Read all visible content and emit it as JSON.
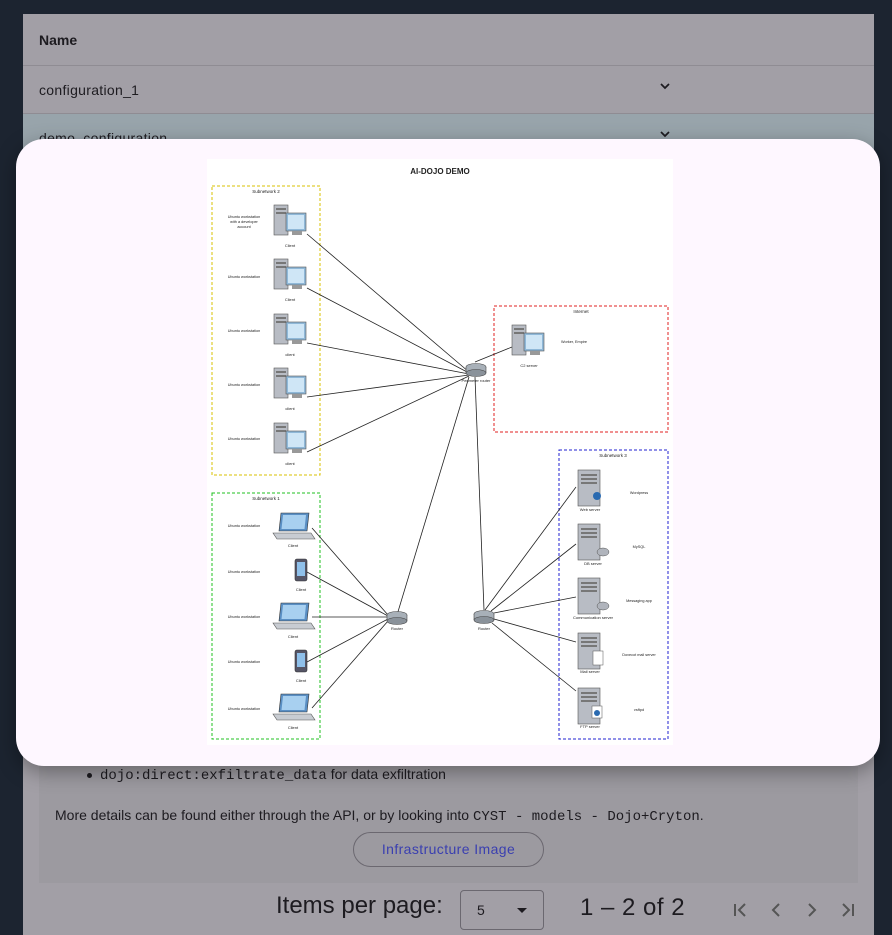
{
  "table": {
    "header": "Name",
    "rows": [
      {
        "name": "configuration_1"
      },
      {
        "name": "demo_configuration"
      }
    ]
  },
  "detail": {
    "bullet_code": "dojo:direct:exfiltrate_data",
    "bullet_text": "for data exfiltration",
    "details_prefix": "More details can be found either through the API, or by looking into",
    "details_code": "CYST - models - Dojo+Cryton",
    "details_suffix": ".",
    "infra_button": "Infrastructure Image"
  },
  "paginator": {
    "items_per_page_label": "Items per page:",
    "page_size": "5",
    "range": "1 – 2 of 2"
  },
  "diagram": {
    "title": "AI-DOJO DEMO",
    "subnet2": {
      "label": "Subnetwork 2",
      "hosts": [
        {
          "desc_lines": [
            "Ubuntu workstation",
            "with a developer",
            "account"
          ],
          "name": "Client"
        },
        {
          "desc_lines": [
            "Ubuntu workstation"
          ],
          "name": "Client"
        },
        {
          "desc_lines": [
            "Ubuntu workstation"
          ],
          "name": "client"
        },
        {
          "desc_lines": [
            "Ubuntu workstation"
          ],
          "name": "client"
        },
        {
          "desc_lines": [
            "Ubuntu workstation"
          ],
          "name": "client"
        }
      ]
    },
    "internet": {
      "label": "Internet",
      "server_desc": "Worker, Empire",
      "server_name": "C2 server"
    },
    "perimeter_router": "Perimeter router",
    "subnet1": {
      "label": "Subnetwork 1",
      "hosts": [
        {
          "desc": "Ubuntu workstation",
          "name": "Client"
        },
        {
          "desc": "Ubuntu workstation",
          "name": "Client"
        },
        {
          "desc": "Ubuntu workstation",
          "name": "Client"
        },
        {
          "desc": "Ubuntu workstation",
          "name": "Client"
        },
        {
          "desc": "Ubuntu workstation",
          "name": "Client"
        }
      ]
    },
    "router_left": "Router",
    "router_right": "Router",
    "subnet3": {
      "label": "Subnetwork 3",
      "servers": [
        {
          "desc": "Wordpress",
          "name": "Web server"
        },
        {
          "desc": "MySQL",
          "name": "DB server"
        },
        {
          "desc": "Messaging app",
          "name": "Communication server"
        },
        {
          "desc": "Dovecot mail server",
          "name": "Mail server"
        },
        {
          "desc": "vsftpd",
          "name": "FTP server"
        }
      ]
    },
    "colors": {
      "subnet2": "#d8c000",
      "internet": "#e02020",
      "subnet1": "#20c020",
      "subnet3": "#2020d0"
    }
  }
}
